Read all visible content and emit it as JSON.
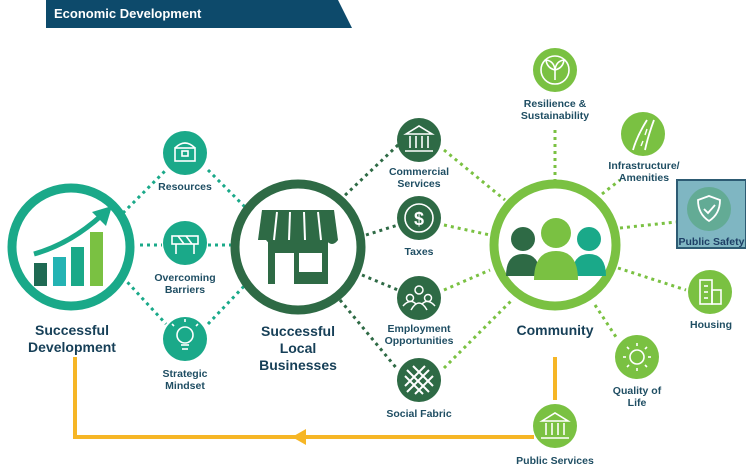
{
  "header": {
    "title": "Economic Development"
  },
  "colors": {
    "header_bg": "#0d4a6b",
    "dark_green": "#2e6a45",
    "teal": "#1aa989",
    "light_green": "#7ac142",
    "arrow_orange": "#f6b626",
    "text": "#1f4e63",
    "highlight": "#7fb6c2"
  },
  "hubs": {
    "development": {
      "label": "Successful\nDevelopment",
      "icon": "bar-chart-growth-icon"
    },
    "businesses": {
      "label": "Successful\nLocal\nBusinesses",
      "icon": "storefront-icon"
    },
    "community": {
      "label": "Community",
      "icon": "people-group-icon"
    }
  },
  "left_nodes": [
    {
      "label": "Resources",
      "icon": "treasure-chest-icon"
    },
    {
      "label": "Overcoming\nBarriers",
      "icon": "barrier-icon"
    },
    {
      "label": "Strategic\nMindset",
      "icon": "lightbulb-icon"
    }
  ],
  "middle_nodes": [
    {
      "label": "Commercial\nServices",
      "icon": "bank-building-icon"
    },
    {
      "label": "Taxes",
      "icon": "dollar-icon"
    },
    {
      "label": "Employment\nOpportunities",
      "icon": "people-network-icon"
    },
    {
      "label": "Social Fabric",
      "icon": "woven-fabric-icon"
    }
  ],
  "right_nodes": [
    {
      "label": "Resilience &\nSustainability",
      "icon": "leaf-sprout-icon"
    },
    {
      "label": "Infrastructure/\nAmenities",
      "icon": "road-icon"
    },
    {
      "label": "Public Safety",
      "icon": "shield-check-icon"
    },
    {
      "label": "Housing",
      "icon": "building-icon"
    },
    {
      "label": "Quality of\nLife",
      "icon": "sun-icon"
    },
    {
      "label": "Public Services",
      "icon": "columns-building-icon"
    }
  ]
}
